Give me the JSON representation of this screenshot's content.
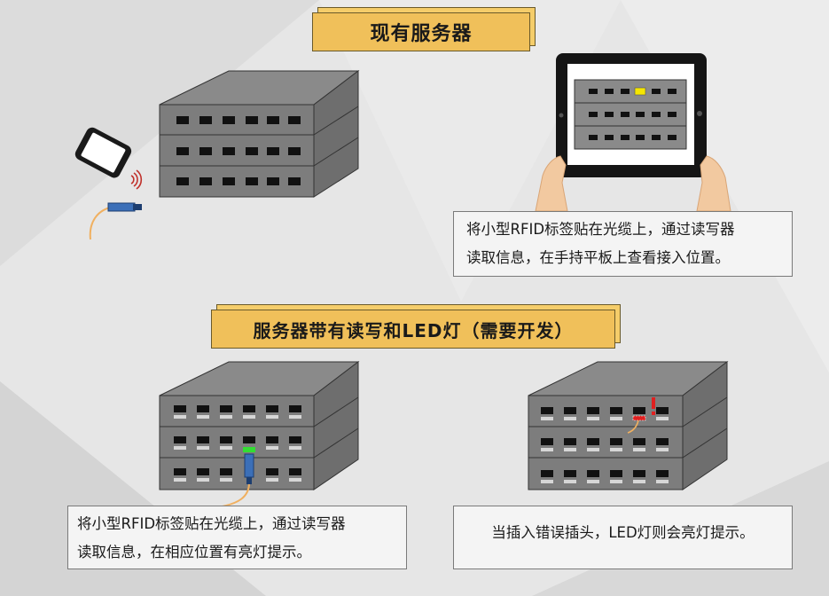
{
  "banners": {
    "top": "现有服务器",
    "middle": "服务器带有读写和LED灯（需要开发）"
  },
  "captions": {
    "tablet": {
      "line1": "将小型RFID标签贴在光缆上，通过读写器",
      "line2": "读取信息，在手持平板上查看接入位置。"
    },
    "led": {
      "line1": "将小型RFID标签贴在光缆上，通过读写器",
      "line2": "读取信息，在相应位置有亮灯提示。"
    },
    "error": {
      "line1": "当插入错误插头，LED灯则会亮灯提示。"
    }
  },
  "colors": {
    "banner": "#f0c05a",
    "server": "#7a7a7a",
    "led_green": "#33dd33",
    "alert_red": "#e02020",
    "highlight_yellow": "#f5e600"
  },
  "icons": [
    "smartphone-icon",
    "rfid-signal-icon",
    "fiber-cable-icon",
    "tablet-icon",
    "hand-icon",
    "alert-icon"
  ]
}
